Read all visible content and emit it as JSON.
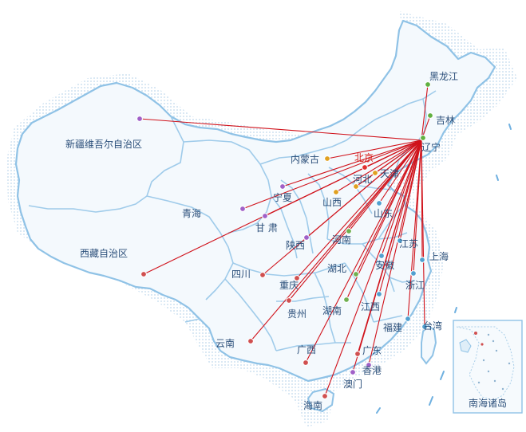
{
  "map": {
    "accent_line_color": "#d0121b",
    "hub": "辽宁",
    "inset_title": "南海诸岛",
    "regions": [
      {
        "key": "xinjiang",
        "name": "新疆维吾尔自治区",
        "dot": "#a060c8"
      },
      {
        "key": "xizang",
        "name": "西藏自治区",
        "dot": "#d05050"
      },
      {
        "key": "qinghai",
        "name": "青海",
        "dot": "#a060c8"
      },
      {
        "key": "gansu",
        "name": "甘 肃",
        "dot": "#a060c8"
      },
      {
        "key": "neimenggu",
        "name": "内蒙古",
        "dot": "#e0a020"
      },
      {
        "key": "ningxia",
        "name": "宁夏",
        "dot": "#a060c8"
      },
      {
        "key": "shaanxi",
        "name": "陕西",
        "dot": "#a060c8"
      },
      {
        "key": "shanxi",
        "name": "山西",
        "dot": "#e0a020"
      },
      {
        "key": "hebei",
        "name": "河北",
        "dot": "#e0a020"
      },
      {
        "key": "beijing",
        "name": "北京",
        "dot": "#e03030"
      },
      {
        "key": "tianjin",
        "name": "天津",
        "dot": "#e0a020"
      },
      {
        "key": "heilongjiang",
        "name": "黑龙江",
        "dot": "#60b040"
      },
      {
        "key": "jilin",
        "name": "吉林",
        "dot": "#60b040"
      },
      {
        "key": "liaoning",
        "name": "辽宁",
        "dot": "#60b040"
      },
      {
        "key": "shandong",
        "name": "山东",
        "dot": "#50a0d0"
      },
      {
        "key": "henan",
        "name": "河南",
        "dot": "#70b050"
      },
      {
        "key": "jiangsu",
        "name": "江苏",
        "dot": "#50a0d0"
      },
      {
        "key": "anhui",
        "name": "安徽",
        "dot": "#50a0d0"
      },
      {
        "key": "shanghai",
        "name": "上海",
        "dot": "#50a0d0"
      },
      {
        "key": "zhejiang",
        "name": "浙江",
        "dot": "#50a0d0"
      },
      {
        "key": "hubei",
        "name": "湖北",
        "dot": "#70b050"
      },
      {
        "key": "sichuan",
        "name": "四川",
        "dot": "#d05050"
      },
      {
        "key": "chongqing",
        "name": "重庆",
        "dot": "#d05050"
      },
      {
        "key": "guizhou",
        "name": "贵州",
        "dot": "#d05050"
      },
      {
        "key": "hunan",
        "name": "湖南",
        "dot": "#70b050"
      },
      {
        "key": "jiangxi",
        "name": "江西",
        "dot": "#50a0d0"
      },
      {
        "key": "fujian",
        "name": "福建",
        "dot": "#50a0d0"
      },
      {
        "key": "taiwan",
        "name": "台湾",
        "dot": "#50a0d0"
      },
      {
        "key": "yunnan",
        "name": "云南",
        "dot": "#d05050"
      },
      {
        "key": "guangxi",
        "name": "广西",
        "dot": "#d05050"
      },
      {
        "key": "guangdong",
        "name": "广东",
        "dot": "#d05050"
      },
      {
        "key": "xianggang",
        "name": "香港",
        "dot": "#a060c8"
      },
      {
        "key": "aomen",
        "name": "澳门",
        "dot": "#a060c8"
      },
      {
        "key": "hainan",
        "name": "海南",
        "dot": "#d05050"
      }
    ]
  }
}
